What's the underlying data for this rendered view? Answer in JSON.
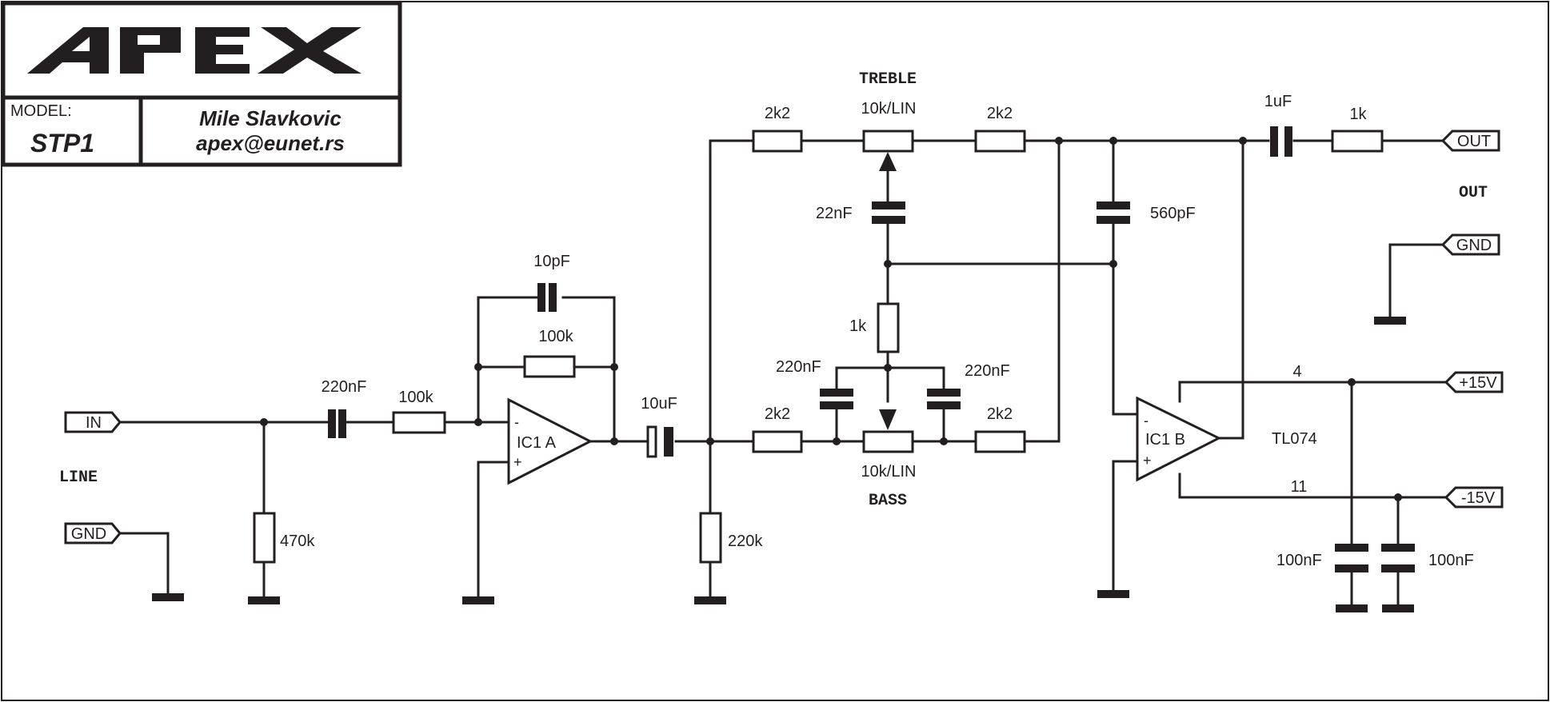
{
  "title_block": {
    "logo": "APEX",
    "model_label": "MODEL:",
    "model_value": "STP1",
    "author_name": "Mile Slavkovic",
    "author_email": "apex@eunet.rs"
  },
  "connectors": {
    "in": "IN",
    "gnd_in": "GND",
    "out": "OUT",
    "gnd_out": "GND",
    "pos_supply": "+15V",
    "neg_supply": "-15V"
  },
  "section_labels": {
    "line": "LINE",
    "treble": "TREBLE",
    "bass": "BASS",
    "out": "OUT"
  },
  "components": {
    "c_in": "220nF",
    "r_in": "100k",
    "r_in_shunt": "470k",
    "c_fb": "10pF",
    "r_fb": "100k",
    "c_couple": "10uF",
    "r_bias": "220k",
    "r_treble_left": "2k2",
    "pot_treble": "10k/LIN",
    "r_treble_right": "2k2",
    "c_treble_wiper": "22nF",
    "r_mid": "1k",
    "c_bass_left": "220nF",
    "c_bass_right": "220nF",
    "r_bass_left": "2k2",
    "pot_bass": "10k/LIN",
    "r_bass_right": "2k2",
    "c_560": "560pF",
    "c_out": "1uF",
    "r_out": "1k",
    "c_dec1": "100nF",
    "c_dec2": "100nF"
  },
  "ics": {
    "ic1a": "IC1 A",
    "ic1b": "IC1 B",
    "part": "TL074",
    "pin_minus": "-",
    "pin_plus": "+",
    "pin_vcc": "4",
    "pin_vee": "11"
  }
}
